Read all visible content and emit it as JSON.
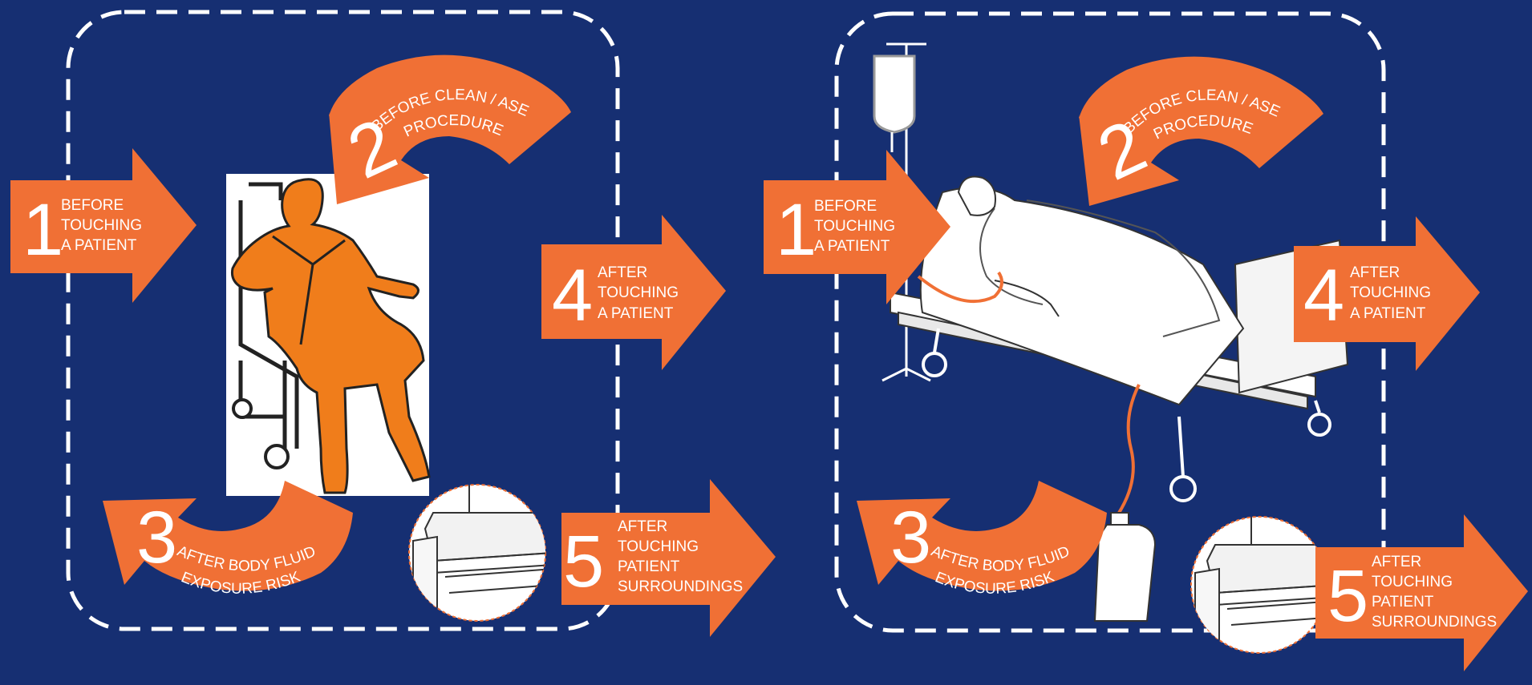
{
  "colors": {
    "background": "#162f72",
    "arrow": "#f07035",
    "patient": "#f07d1b",
    "dashed_border": "#ffffff",
    "outline": "#222222"
  },
  "panels": [
    {
      "scene": "patient-in-chair",
      "moments": {
        "m1": {
          "number": "1",
          "lines": [
            "BEFORE",
            "TOUCHING",
            "A PATIENT"
          ]
        },
        "m2": {
          "number": "2",
          "line1": "BEFORE CLEAN / ASEPTIC",
          "line2": "PROCEDURE"
        },
        "m3": {
          "number": "3",
          "line1": "AFTER BODY FLUID",
          "line2": "EXPOSURE RISK"
        },
        "m4": {
          "number": "4",
          "lines": [
            "AFTER",
            "TOUCHING",
            "A PATIENT"
          ]
        },
        "m5": {
          "number": "5",
          "lines": [
            "AFTER",
            "TOUCHING",
            "PATIENT",
            "SURROUNDINGS"
          ]
        }
      }
    },
    {
      "scene": "patient-in-bed",
      "moments": {
        "m1": {
          "number": "1",
          "lines": [
            "BEFORE",
            "TOUCHING",
            "A PATIENT"
          ]
        },
        "m2": {
          "number": "2",
          "line1": "BEFORE CLEAN / ASEPTIC",
          "line2": "PROCEDURE"
        },
        "m3": {
          "number": "3",
          "line1": "AFTER BODY FLUID",
          "line2": "EXPOSURE RISK"
        },
        "m4": {
          "number": "4",
          "lines": [
            "AFTER",
            "TOUCHING",
            "A PATIENT"
          ]
        },
        "m5": {
          "number": "5",
          "lines": [
            "AFTER",
            "TOUCHING",
            "PATIENT",
            "SURROUNDINGS"
          ]
        }
      }
    }
  ]
}
